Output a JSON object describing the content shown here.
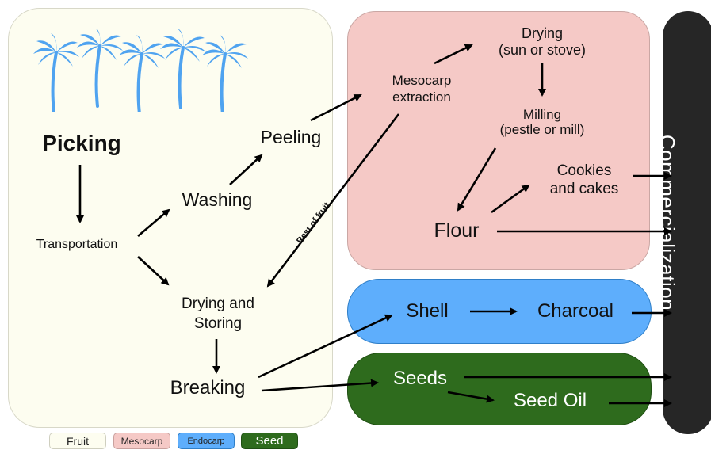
{
  "stages": {
    "picking": "Picking",
    "transportation": "Transportation",
    "washing": "Washing",
    "peeling": "Peeling",
    "drying_storing_1": "Drying and",
    "drying_storing_2": "Storing",
    "breaking": "Breaking",
    "mesocarp_1": "Mesocarp",
    "mesocarp_2": "extraction",
    "drying_1": "Drying",
    "drying_2": "(sun or stove)",
    "milling_1": "Milling",
    "milling_2": "(pestle or mill)",
    "cookies_1": "Cookies",
    "cookies_2": "and cakes",
    "flour": "Flour",
    "shell": "Shell",
    "charcoal": "Charcoal",
    "seeds": "Seeds",
    "seed_oil": "Seed Oil",
    "commercialization": "Commercialization"
  },
  "edge_labels": {
    "rest_of_fruit": "Rest of fruit"
  },
  "legend": [
    {
      "label": "Fruit",
      "color": "#fdfdf0"
    },
    {
      "label": "Mesocarp",
      "color": "#f5c9c6"
    },
    {
      "label": "Endocarp",
      "color": "#5eaefc"
    },
    {
      "label": "Seed",
      "color": "#2e6b1d"
    }
  ],
  "colors": {
    "palm": "#4fa3f0",
    "arrow": "#000000",
    "commercialization_bar": "#262626"
  },
  "icons": [
    "palm-tree-icon"
  ]
}
